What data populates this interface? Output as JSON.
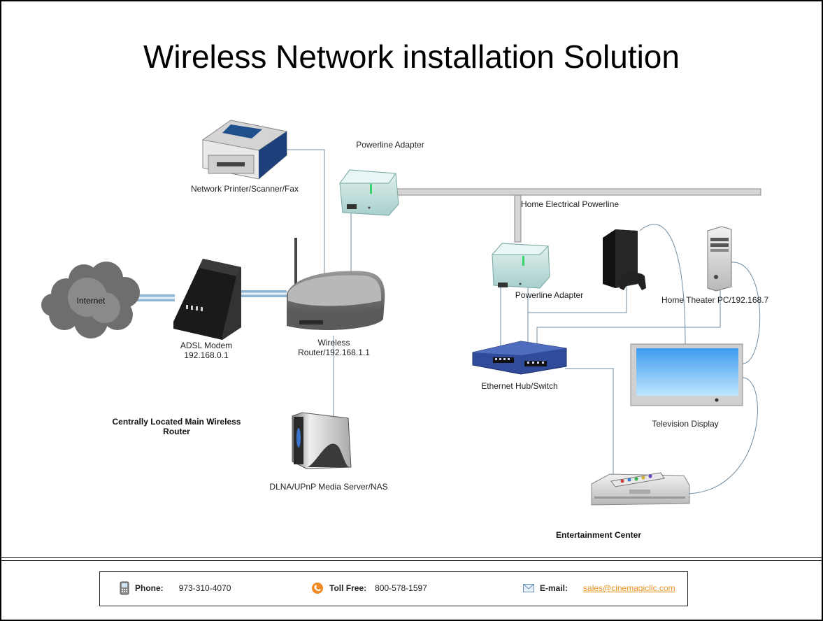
{
  "title": "Wireless Network installation Solution",
  "labels": {
    "printer": "Network Printer/Scanner/Fax",
    "powerline_adapter_top": "Powerline Adapter",
    "home_powerline": "Home Electrical Powerline",
    "internet": "Internet",
    "modem_line1": "ADSL Modem",
    "modem_line2": "192.168.0.1",
    "router_line1": "Wireless",
    "router_line2": "Router/192.168.1.1",
    "central_line1": "Centrally Located Main Wireless",
    "central_line2": "Router",
    "nas": "DLNA/UPnP Media Server/NAS",
    "powerline_adapter_mid": "Powerline Adapter",
    "switch": "Ethernet Hub/Switch",
    "htpc": "Home Theater PC/192.168.7",
    "tv": "Television Display",
    "entertainment": "Entertainment Center"
  },
  "footer": {
    "phone_label": "Phone:",
    "phone_value": "973-310-4070",
    "tollfree_label": "Toll Free:",
    "tollfree_value": "800-578-1597",
    "email_label": "E-mail:",
    "email_value": "sales@cinemagicllc.com"
  },
  "colors": {
    "cable": "#6f8ba0",
    "powerline": "#c8c8c8",
    "adapter": "#cfe8e6",
    "switch": "#2f4b9a",
    "email_link": "#e8931f"
  }
}
